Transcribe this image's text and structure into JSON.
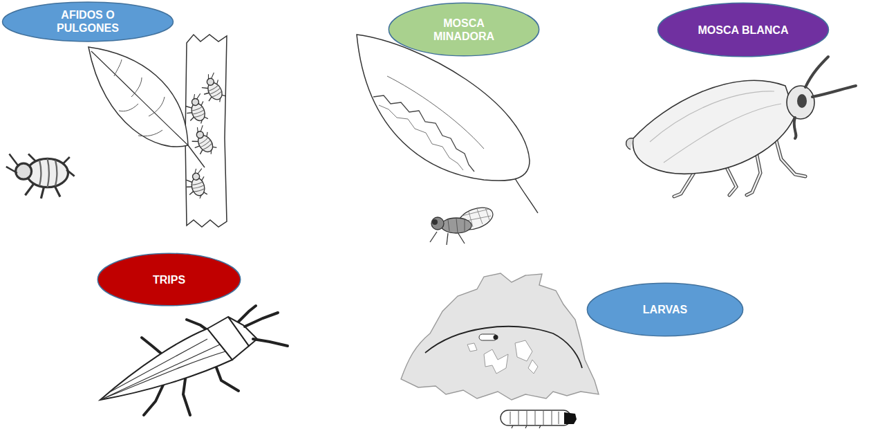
{
  "diagram": {
    "nodes": [
      {
        "text": [
          "AFIDOS O PULGONES"
        ]
      },
      {
        "text": [
          "MOSCA MINADORA"
        ]
      },
      {
        "text": [
          "MOSCA BLANCA"
        ]
      },
      {
        "text": [
          "TRIPS"
        ]
      },
      {
        "text": [
          "LARVAS"
        ]
      }
    ]
  }
}
